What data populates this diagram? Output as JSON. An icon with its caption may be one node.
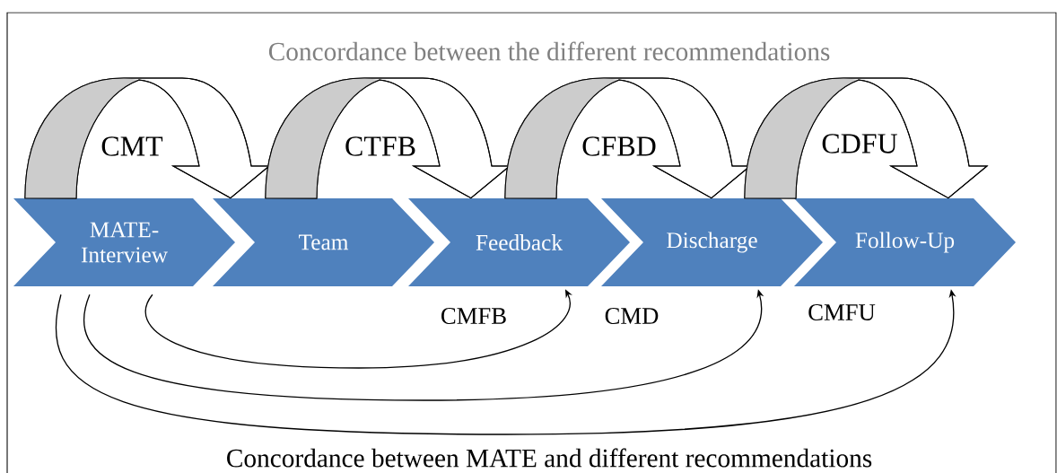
{
  "diagram": {
    "title": "Concordance between the different recommendations",
    "caption": "Concordance between MATE and different recommendations",
    "nodes": [
      {
        "text": [
          "MATE-Interview"
        ]
      },
      {
        "text": [
          "Team"
        ]
      },
      {
        "text": [
          "Feedback"
        ]
      },
      {
        "text": [
          "Discharge"
        ]
      },
      {
        "text": [
          "Follow-Up"
        ]
      }
    ],
    "edges": [
      {
        "from": 0,
        "to": 1,
        "arrow": "to",
        "label": "CMT"
      },
      {
        "from": 1,
        "to": 2,
        "arrow": "to",
        "label": "CTFB"
      },
      {
        "from": 2,
        "to": 3,
        "arrow": "to",
        "label": "CFBD"
      },
      {
        "from": 3,
        "to": 4,
        "arrow": "to",
        "label": "CDFU"
      },
      {
        "from": 0,
        "to": 2,
        "arrow": "to",
        "label": "CMFB"
      },
      {
        "from": 0,
        "to": 3,
        "arrow": "to",
        "label": "CMD"
      },
      {
        "from": 0,
        "to": 4,
        "arrow": "to",
        "label": "CMFU"
      }
    ]
  }
}
